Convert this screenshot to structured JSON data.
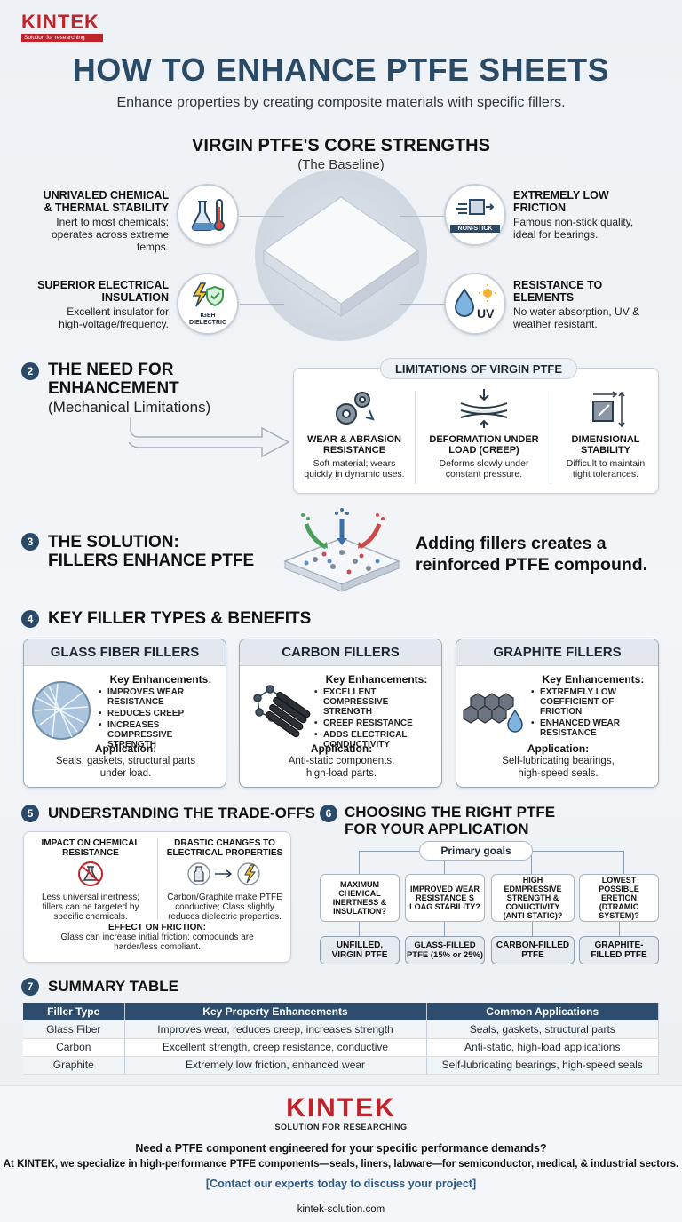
{
  "brand": {
    "name": "KINTEK",
    "tagline_top": "Solution for researching",
    "tagline_bottom": "SOLUTION FOR RESEARCHING",
    "color": "#c0242b"
  },
  "header": {
    "title": "HOW TO ENHANCE PTFE SHEETS",
    "subtitle": "Enhance properties by creating composite materials with specific fillers."
  },
  "section1": {
    "title": "VIRGIN PTFE'S CORE STRENGTHS",
    "subtitle": "(The Baseline)",
    "props": [
      {
        "title_line1": "UNRIVALED CHEMICAL",
        "title_line2": "& THERMAL STABILITY",
        "text_line1": "Inert to most chemicals;",
        "text_line2": "operates across extreme temps.",
        "icon": "flask-thermometer-icon"
      },
      {
        "title_line1": "EXTREMELY LOW",
        "title_line2": "FRICTION",
        "text_line1": "Famous non-stick quality,",
        "text_line2": "ideal for bearings.",
        "icon": "non-stick-icon",
        "icon_label": "NON-STICK"
      },
      {
        "title_line1": "SUPERIOR ELECTRICAL",
        "title_line2": "INSULATION",
        "text_line1": "Excellent insulator for",
        "text_line2": "high-voltage/frequency.",
        "icon": "lightning-shield-icon",
        "icon_label_1": "IGEH",
        "icon_label_2": "DIELECTRIC"
      },
      {
        "title_line1": "RESISTANCE TO",
        "title_line2": "ELEMENTS",
        "text_line1": "No water absorption, UV &",
        "text_line2": "weather resistant.",
        "icon": "water-sun-uv-icon",
        "icon_label": "UV"
      }
    ]
  },
  "section2": {
    "number": "2",
    "title_line1": "THE NEED FOR",
    "title_line2": "ENHANCEMENT",
    "subtitle": "(Mechanical Limitations)",
    "box_title": "LIMITATIONS OF VIRGIN PTFE",
    "items": [
      {
        "title_line1": "WEAR & ABRASION",
        "title_line2": "RESISTANCE",
        "text_line1": "Soft material; wears",
        "text_line2": "quickly in dynamic uses.",
        "icon": "gears-icon"
      },
      {
        "title_line1": "DEFORMATION UNDER",
        "title_line2": "LOAD (CREEP)",
        "text_line1": "Deforms slowly under",
        "text_line2": "constant pressure.",
        "icon": "compression-icon"
      },
      {
        "title_line1": "DIMENSIONAL",
        "title_line2": "STABILITY",
        "text_line1": "Difficult to maintain",
        "text_line2": "tight tolerances.",
        "icon": "dimension-icon"
      }
    ]
  },
  "section3": {
    "number": "3",
    "title_line1": "THE SOLUTION:",
    "title_line2": "FILLERS ENHANCE PTFE",
    "statement_line1": "Adding fillers creates a",
    "statement_line2": "reinforced PTFE compound."
  },
  "section4": {
    "number": "4",
    "title": "KEY FILLER TYPES & BENEFITS",
    "key_label": "Key Enhancements:",
    "app_label": "Application:",
    "cards": [
      {
        "name": "GLASS FIBER FILLERS",
        "bullets": [
          "IMPROVES WEAR RESISTANCE",
          "REDUCES CREEP",
          "INCREASES COMPRESSIVE STRENGTH"
        ],
        "app_line1": "Seals, gaskets, structural parts",
        "app_line2": "under load.",
        "icon": "glass-fiber-icon"
      },
      {
        "name": "CARBON FILLERS",
        "bullets": [
          "EXCELLENT COMPRESSIVE STRENGTH",
          "CREEP RESISTANCE",
          "ADDS ELECTRICAL CONDUCTIVITY"
        ],
        "app_line1": "Anti-static components,",
        "app_line2": "high-load parts.",
        "icon": "carbon-icon"
      },
      {
        "name": "GRAPHITE FILLERS",
        "bullets": [
          "EXTREMELY LOW COEFFICIENT OF FRICTION",
          "ENHANCED WEAR RESISTANCE"
        ],
        "app_line1": "Self-lubricating bearings,",
        "app_line2": "high-speed seals.",
        "icon": "graphite-icon"
      }
    ]
  },
  "section5": {
    "number": "5",
    "title": "UNDERSTANDING THE TRADE-OFFS",
    "col1_title_line1": "IMPACT ON CHEMICAL",
    "col1_title_line2": "RESISTANCE",
    "col1_text_line1": "Less universal inertness;",
    "col1_text_line2": "fillers can be targeted by",
    "col1_text_line3": "specific chemicals.",
    "col2_title_line1": "DRASTIC CHANGES TO",
    "col2_title_line2": "ELECTRICAL PROPERTIES",
    "col2_text_line1": "Carbon/Graphite make PTFE",
    "col2_text_line2": "conductive; Class slightly",
    "col2_text_line3": "reduces dielectric properties.",
    "friction_title": "EFFECT ON FRICTION:",
    "friction_text_line1": "Glass can increase initial friction; compounds are",
    "friction_text_line2": "harder/less compliant."
  },
  "section6": {
    "number": "6",
    "title_line1": "CHOOSING THE RIGHT PTFE",
    "title_line2": "FOR YOUR APPLICATION",
    "goal_label": "Primary goals",
    "questions": [
      {
        "line1": "MAXIMUM",
        "line2": "CHEMICAL",
        "line3": "INERTNESS &",
        "line4": "INSULATION?",
        "result_line1": "UNFILLED,",
        "result_line2": "VIRGIN PTFE"
      },
      {
        "line1": "IMPROVED WEAR",
        "line2": "RESISTANCE S",
        "line3": "LOAG STABILITY?",
        "line4": "",
        "result_line1": "GLASS-FILLED",
        "result_line2": "PTFE (15% or 25%)"
      },
      {
        "line1": "HIGH EDMPRESSIVE",
        "line2": "STRENGTH &",
        "line3": "CONUCTIVITY",
        "line4": "(ANTI-STATIC)?",
        "result_line1": "CARBON-FILLED",
        "result_line2": "PTFE"
      },
      {
        "line1": "LOWEST POSSIBLE",
        "line2": "ERETION",
        "line3": "(DTRAMIC",
        "line4": "SYSTEM)?",
        "result_line1": "GRAPHITE-",
        "result_line2": "FILLED PTFE"
      }
    ]
  },
  "section7": {
    "number": "7",
    "title": "SUMMARY TABLE",
    "headers": [
      "Filler Type",
      "Key Property Enhancements",
      "Common Applications"
    ],
    "rows": [
      [
        "Glass Fiber",
        "Improves wear, reduces creep, increases strength",
        "Seals, gaskets, structural parts"
      ],
      [
        "Carbon",
        "Excellent strength, creep resistance, conductive",
        "Anti-static, high-load applications"
      ],
      [
        "Graphite",
        "Extremely low friction, enhanced wear",
        "Self-lubricating bearings, high-speed seals"
      ]
    ]
  },
  "footer": {
    "question": "Need a PTFE component engineered for your specific performance demands?",
    "statement": "At KINTEK, we specialize in high-performance PTFE components—seals, liners, labware—for semiconductor, medical, & industrial sectors.",
    "cta": "[Contact our experts today to discuss your project]",
    "website": "kintek-solution.com"
  }
}
